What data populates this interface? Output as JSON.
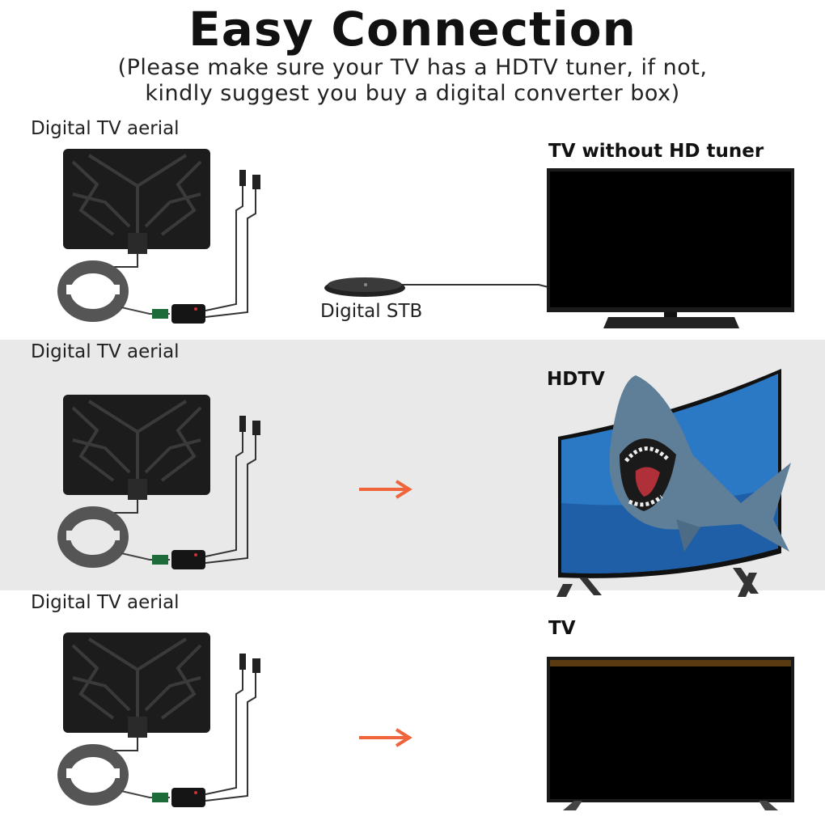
{
  "title": "Easy Connection",
  "subtitle_line1": "(Please make sure your TV has a HDTV tuner, if not,",
  "subtitle_line2": "kindly suggest you buy a digital converter box)",
  "rows": [
    {
      "aerial_label": "Digital TV aerial",
      "device_label": "Digital STB",
      "tv_label": "TV without HD tuner"
    },
    {
      "aerial_label": "Digital TV aerial",
      "tv_label": "HDTV"
    },
    {
      "aerial_label": "Digital TV aerial",
      "tv_label": "TV"
    }
  ],
  "colors": {
    "arrow": "#f0643c",
    "band": "#e9e9e9",
    "screen": "#000000",
    "shark_water": "#2b78c4"
  },
  "icons": [
    "antenna-panel-icon",
    "coax-coil-icon",
    "usb-cable-icon",
    "amplifier-icon",
    "set-top-box-icon",
    "arrow-right-icon",
    "tv-icon",
    "curved-tv-icon"
  ]
}
